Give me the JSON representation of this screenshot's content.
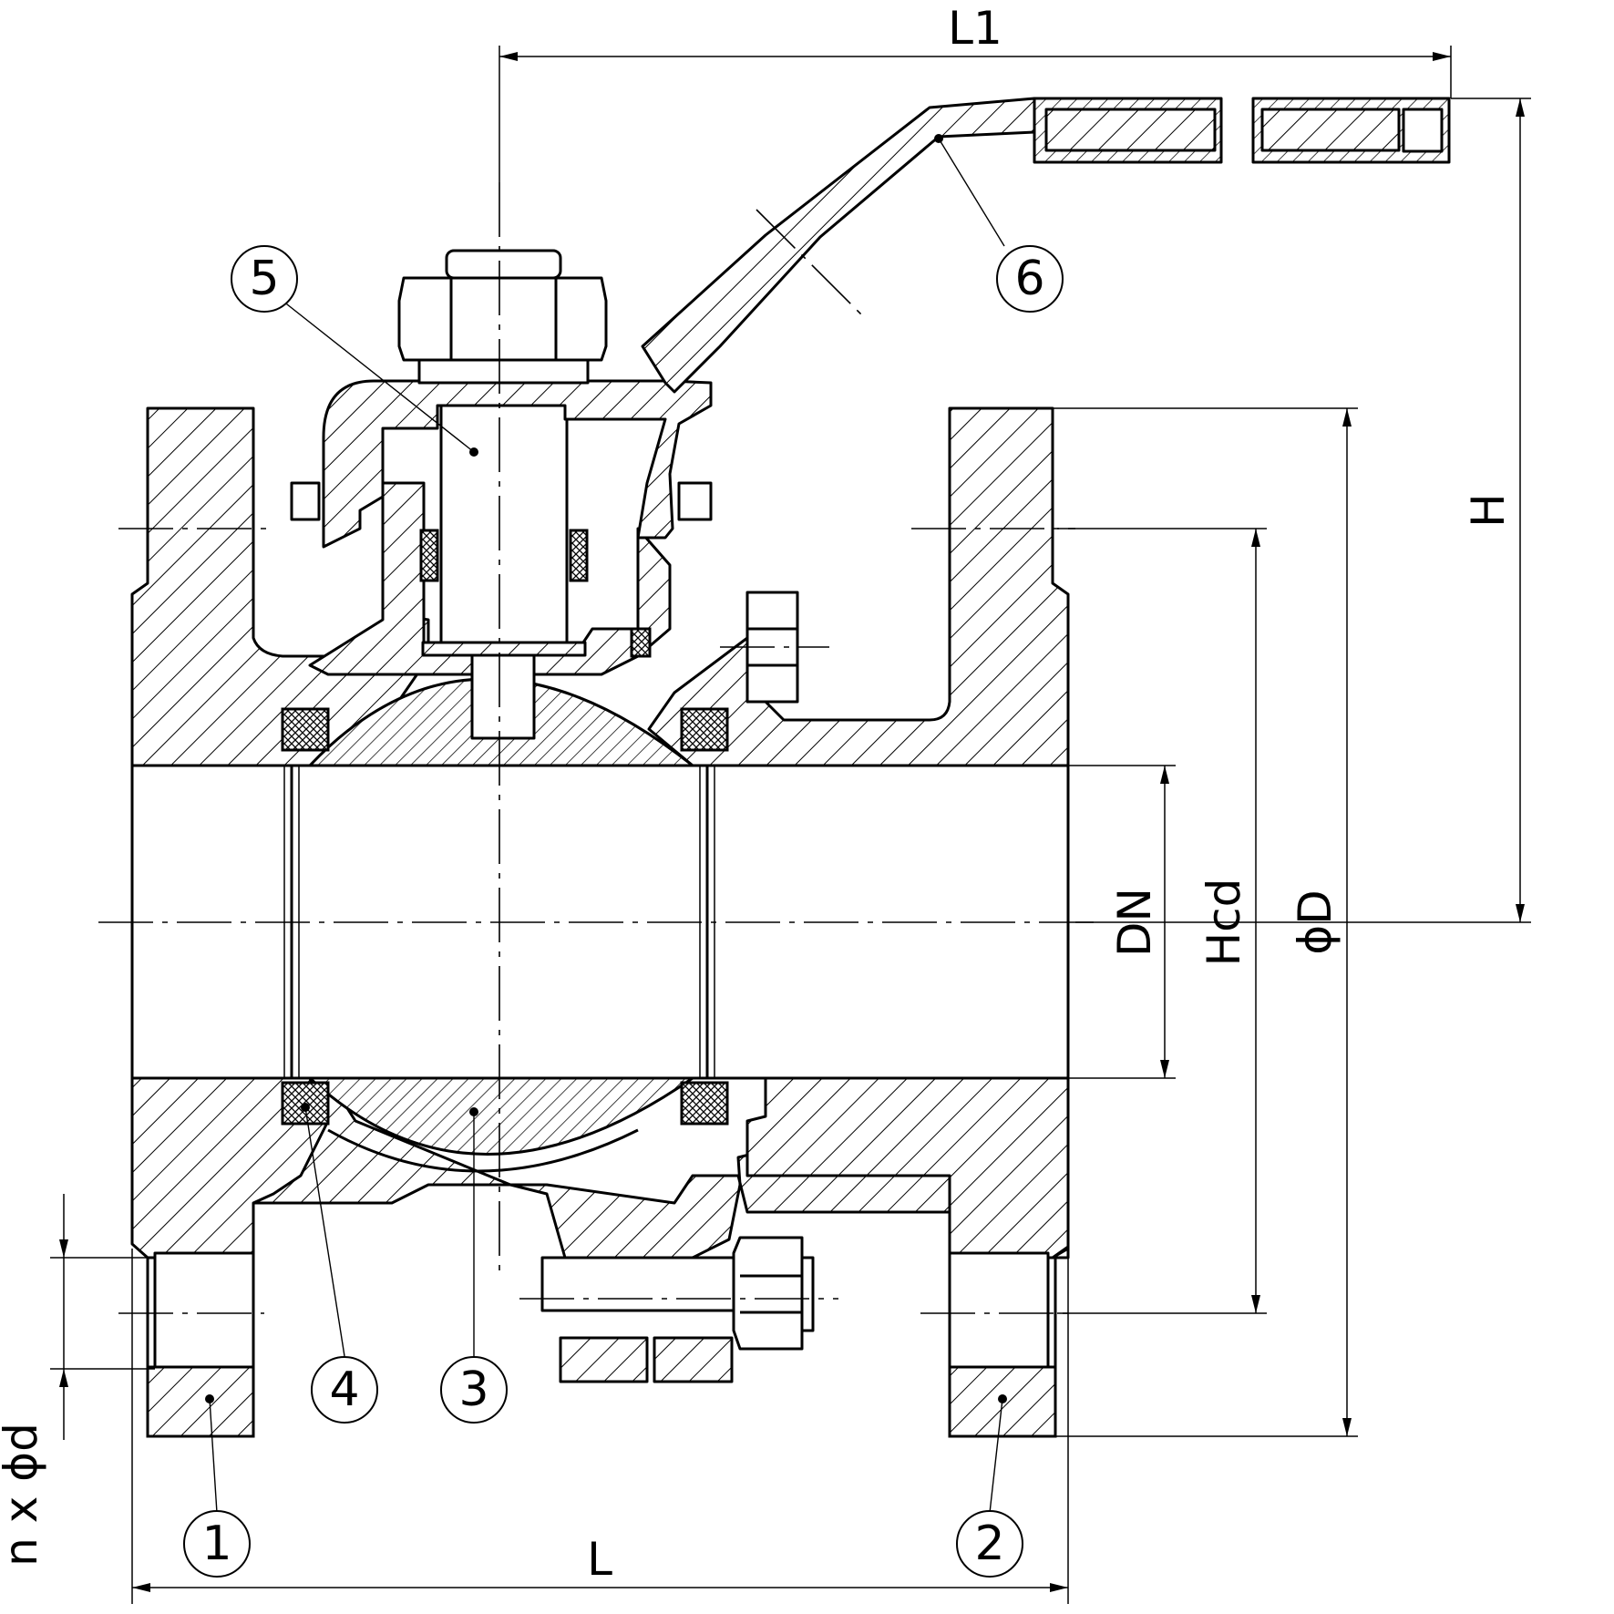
{
  "drawing": {
    "dimensions": {
      "L": "L",
      "L1": "L1",
      "H": "H",
      "DN": "DN",
      "Hcd": "Hcd",
      "D": "ϕD",
      "nxd": "n x ϕd"
    },
    "callouts": [
      "1",
      "2",
      "3",
      "4",
      "5",
      "6"
    ]
  }
}
